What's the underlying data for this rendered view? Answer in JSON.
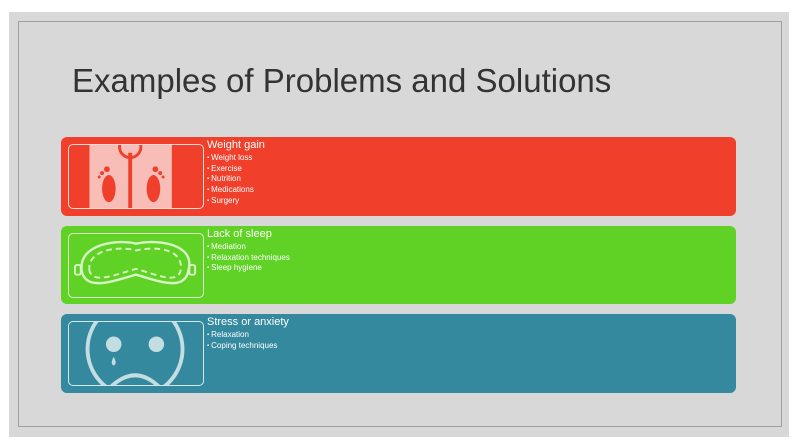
{
  "slide": {
    "title": "Examples of Problems and Solutions"
  },
  "cards": [
    {
      "heading": "Weight gain",
      "items": [
        "Weight loss",
        "Exercise",
        "Nutrition",
        "Medications",
        "Surgery"
      ],
      "color": "#f0402b",
      "icon": "scale-feet-icon"
    },
    {
      "heading": "Lack of sleep",
      "items": [
        "Mediation",
        "Relaxation techniques",
        "Sleep hygiene"
      ],
      "color": "#5fd225",
      "icon": "sleep-mask-icon"
    },
    {
      "heading": "Stress or anxiety",
      "items": [
        "Relaxation",
        "Coping techniques"
      ],
      "color": "#34899f",
      "icon": "sad-face-icon"
    }
  ]
}
